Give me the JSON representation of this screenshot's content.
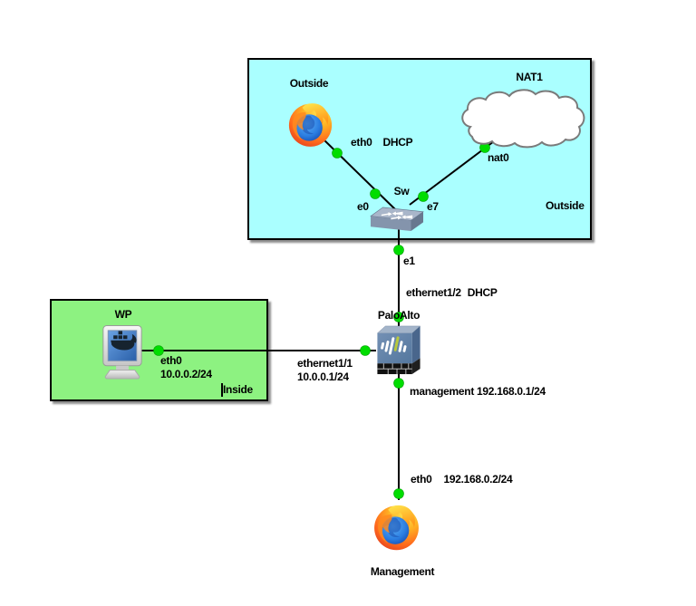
{
  "zones": {
    "outside": {
      "label": "Outside"
    },
    "inside": {
      "label": "Inside"
    }
  },
  "nodes": {
    "outside_browser": {
      "label": "Outside"
    },
    "nat_cloud": {
      "label": "NAT1"
    },
    "switch": {
      "label": "Sw"
    },
    "firewall": {
      "label": "PaloAlto"
    },
    "wp_server": {
      "label": "WP"
    },
    "management_browser": {
      "label": "Management"
    }
  },
  "links": {
    "browser_to_switch": {
      "a_iface": "eth0",
      "a_note": "DHCP",
      "b_iface": "e0"
    },
    "cloud_to_switch": {
      "a_iface": "nat0",
      "b_iface": "e7"
    },
    "switch_to_firewall": {
      "a_iface": "e1",
      "b_iface": "ethernet1/2",
      "b_note": "DHCP"
    },
    "wp_to_firewall": {
      "a_iface": "eth0",
      "a_ip": "10.0.0.2/24",
      "b_iface": "ethernet1/1",
      "b_ip": "10.0.0.1/24"
    },
    "firewall_to_management": {
      "a_label": "management 192.168.0.1/24",
      "b_iface": "eth0",
      "b_ip": "192.168.0.2/24"
    }
  },
  "colors": {
    "outside_zone_fill": "#aaffff",
    "inside_zone_fill": "#8df281",
    "link_line": "#000000",
    "link_status_up": "#00dd00",
    "firewall_body": "#5e80a8",
    "firewall_accent_bar": "#b8c93c"
  }
}
